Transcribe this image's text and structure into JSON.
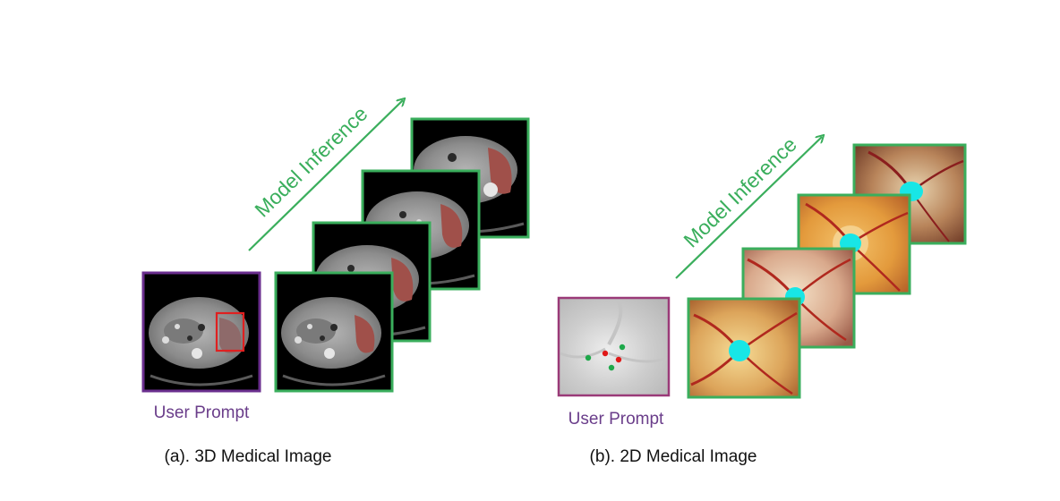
{
  "colors": {
    "prompt_border_3d": "#6a2e8e",
    "prompt_border_2d": "#9a3a78",
    "result_border": "#3aae5c",
    "arrow": "#3aae5c",
    "box_prompt": "#e02020",
    "point_positive": "#1ea84a",
    "point_negative": "#e01818",
    "segmentation_3d": "#a0504a",
    "segmentation_2d": "#18e6e6"
  },
  "panel_3d": {
    "user_prompt_label": "User Prompt",
    "inference_label": "Model Inference",
    "caption": "(a). 3D Medical Image",
    "result_slice_count": 4,
    "prompt_type": "bounding-box"
  },
  "panel_2d": {
    "user_prompt_label": "User Prompt",
    "inference_label": "Model Inference",
    "caption": "(b). 2D Medical Image",
    "result_image_count": 4,
    "prompt_type": "points",
    "positive_points": 3,
    "negative_points": 2
  }
}
